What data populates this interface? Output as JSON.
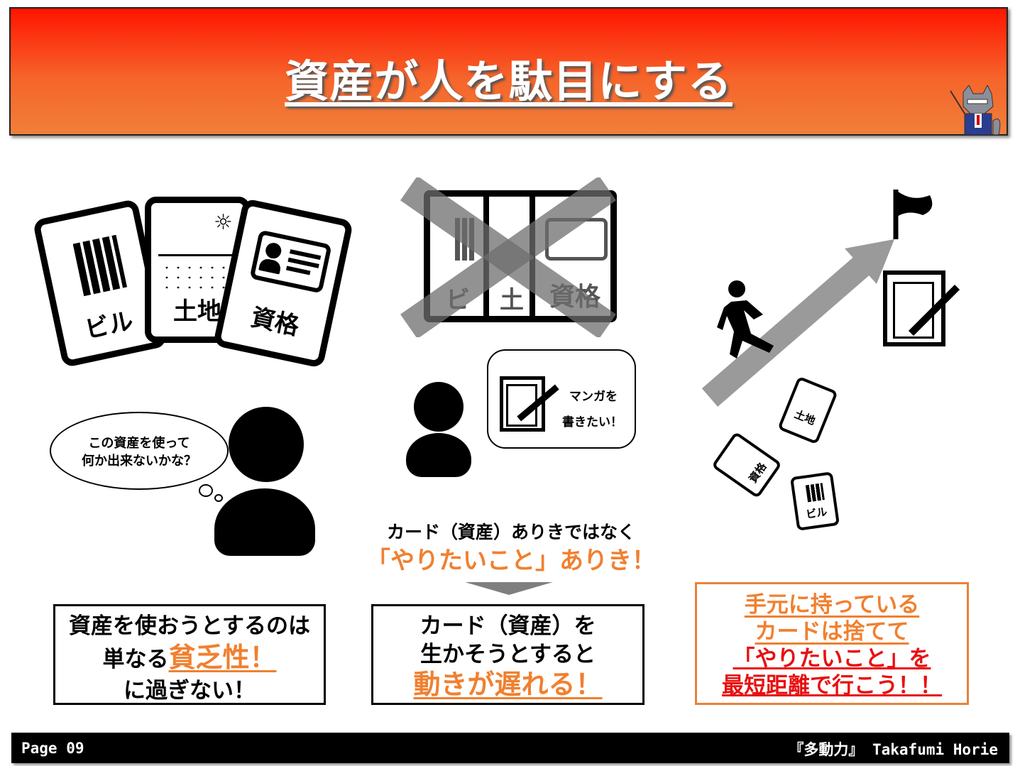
{
  "header": {
    "title": "資産が人を駄目にする"
  },
  "left": {
    "cards": [
      "ビル",
      "土地",
      "資格"
    ],
    "thought": [
      "この資産を使って",
      "何か出来ないかな？"
    ]
  },
  "center": {
    "crossed_cards": [
      "ビ",
      "土",
      "資格"
    ],
    "speech": [
      "マンガを",
      "書きたい！"
    ],
    "caption1": "カード（資産）ありきではなく",
    "caption2": "「やりたいこと」ありき！"
  },
  "right": {
    "small_cards": [
      "土地",
      "資格",
      "ビル"
    ]
  },
  "boxes": {
    "box1": {
      "line1": "資産を使おうとするのは",
      "line2_prefix": "単なる",
      "line2_highlight": "貧乏性！",
      "line3": "に過ぎない！"
    },
    "box2": {
      "line1": "カード（資産）を",
      "line2": "生かそうとすると",
      "line3": "動きが遅れる！"
    },
    "box3": {
      "line1": "手元に持っている",
      "line2": "カードは捨てて",
      "line3": "「やりたいこと」を",
      "line4": "最短距離で行こう！！"
    }
  },
  "footer": {
    "page": "Page 09",
    "source": "『多動力』 Takafumi Horie"
  },
  "colors": {
    "accent_orange": "#f08030",
    "red": "#e81010",
    "header_top": "#ff1400"
  }
}
